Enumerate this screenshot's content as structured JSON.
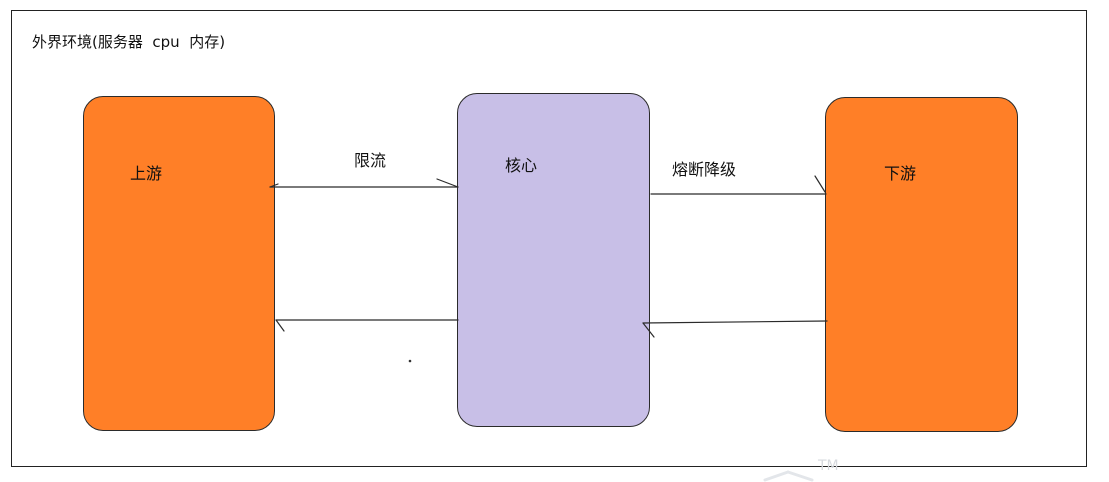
{
  "environment": {
    "title": "外界环境(服务器  cpu  内存)"
  },
  "nodes": {
    "upstream": {
      "label": "上游",
      "color": "#ff7f27"
    },
    "core": {
      "label": "核心",
      "color": "#c8bfe7"
    },
    "downstream": {
      "label": "下游",
      "color": "#ff7f27"
    }
  },
  "edges": {
    "rate_limit": {
      "label": "限流"
    },
    "circuit_breaker": {
      "label": "熔断降级"
    }
  },
  "watermark": {
    "text": "TM"
  }
}
